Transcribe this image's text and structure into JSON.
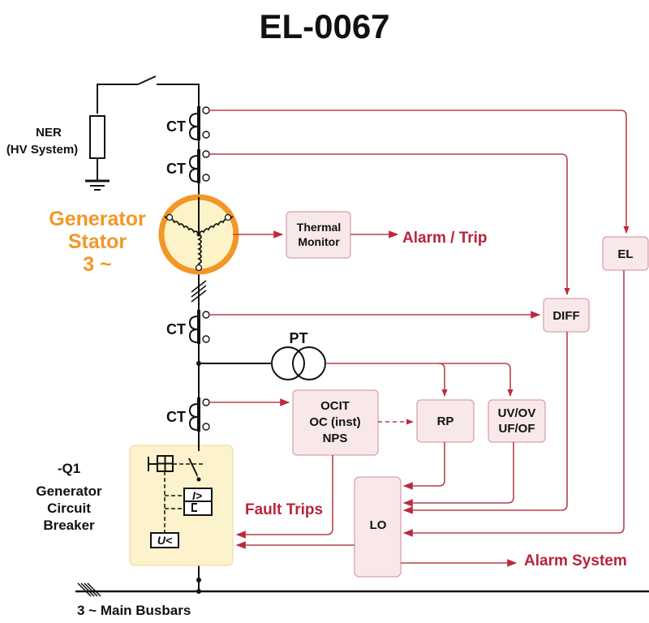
{
  "title": "EL-0067",
  "labels": {
    "ner": "NER",
    "ner_sub": "(HV System)",
    "ct": "CT",
    "pt": "PT",
    "generator_line1": "Generator",
    "generator_line2": "Stator",
    "generator_line3": "3 ~",
    "q1_id": "-Q1",
    "q1_line1": "Generator",
    "q1_line2": "Circuit",
    "q1_line3": "Breaker",
    "overcurrent_symbol": "I>",
    "undervoltage_symbol": "U<",
    "busbars": "3 ~ Main Busbars",
    "alarm_trip": "Alarm / Trip",
    "fault_trips": "Fault Trips",
    "alarm_system": "Alarm System"
  },
  "relays": {
    "thermal_line1": "Thermal",
    "thermal_line2": "Monitor",
    "el": "EL",
    "diff": "DIFF",
    "ocit_line1": "OCIT",
    "ocit_line2": "OC (inst)",
    "ocit_line3": "NPS",
    "rp": "RP",
    "uvov_line1": "UV/OV",
    "uvov_line2": "UF/OF",
    "lo": "LO"
  },
  "colors": {
    "signal": "#b8404e",
    "label_red": "#b8243a",
    "generator": "#f29727",
    "relay_fill": "#f8e8ea",
    "breaker_fill": "#fcf2cc"
  }
}
